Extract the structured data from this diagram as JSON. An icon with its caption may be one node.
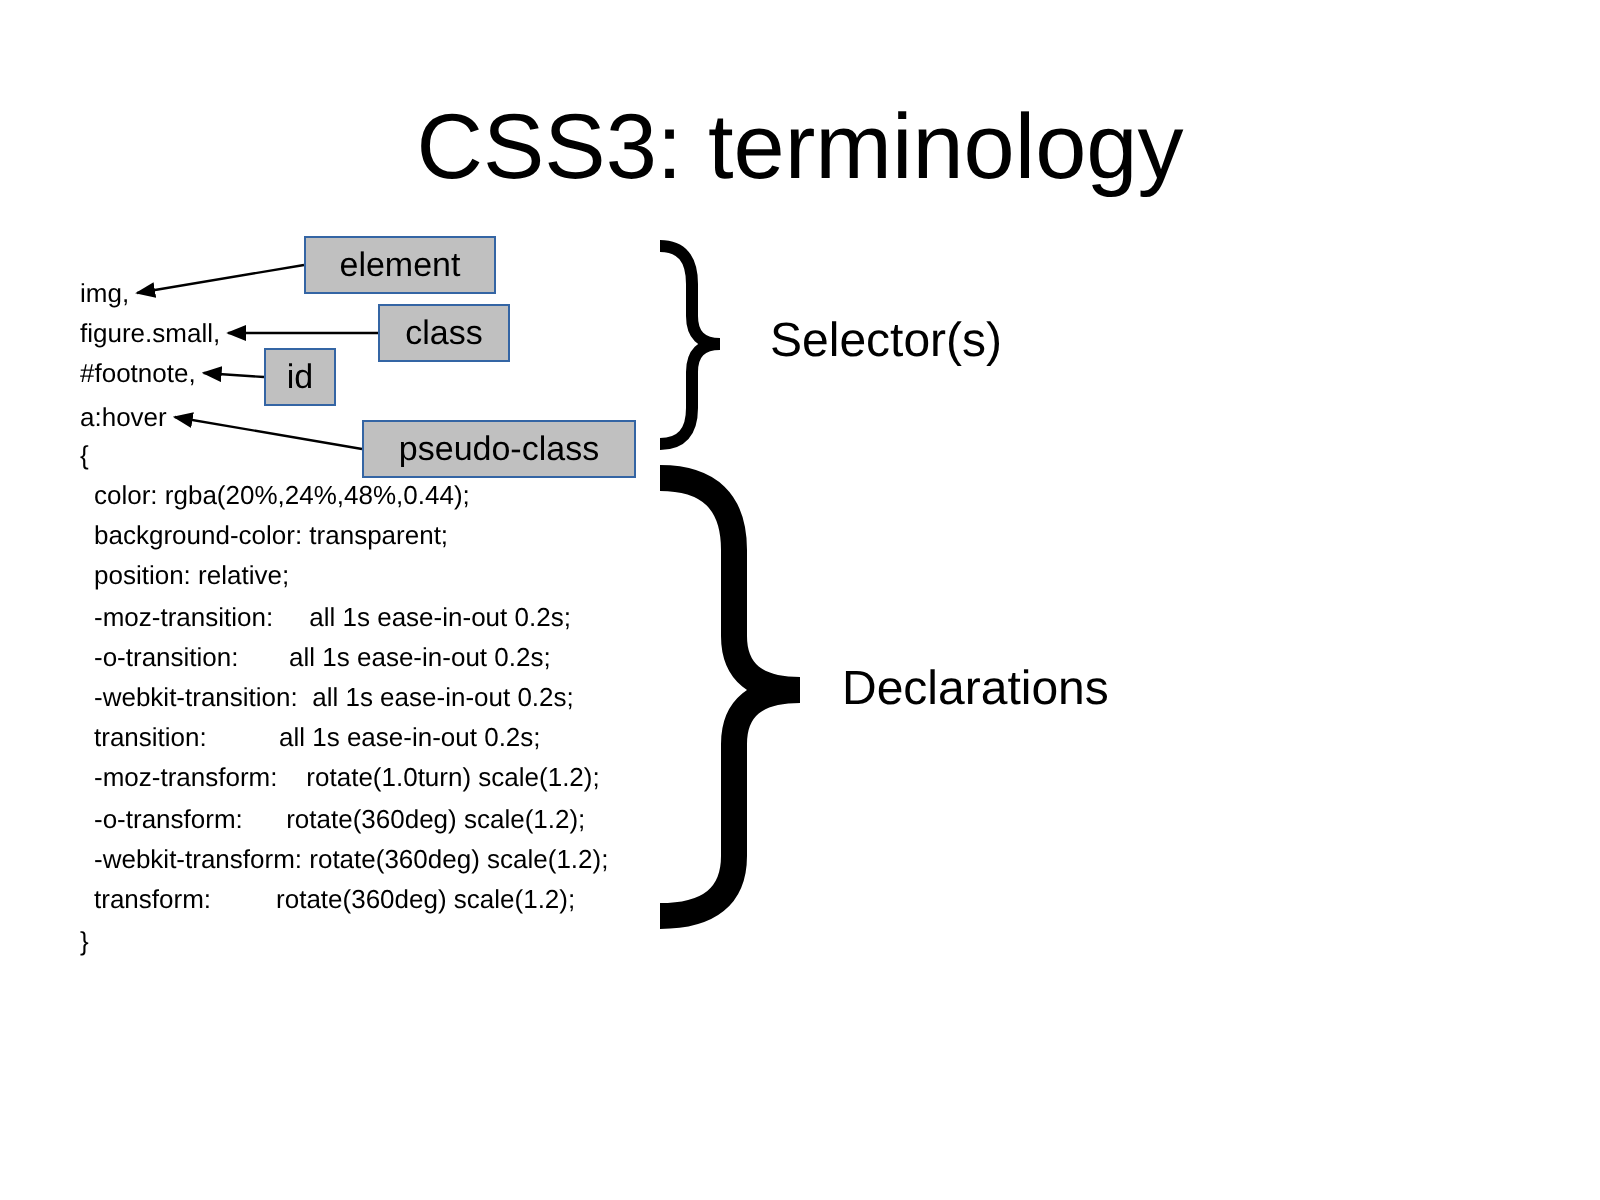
{
  "diagram": {
    "title": "CSS3: terminology",
    "nodes": [
      {
        "text": [
          "element"
        ]
      },
      {
        "text": [
          "img,"
        ]
      },
      {
        "text": [
          "class"
        ]
      },
      {
        "text": [
          "figure.small,"
        ]
      },
      {
        "text": [
          "id"
        ]
      },
      {
        "text": [
          "#footnote,"
        ]
      },
      {
        "text": [
          "a:hover"
        ]
      },
      {
        "text": [
          "pseudo-class"
        ]
      }
    ],
    "edges": [
      {
        "from": 0,
        "to": 1,
        "arrow": "to"
      },
      {
        "from": 2,
        "to": 3,
        "arrow": "to"
      },
      {
        "from": 4,
        "to": 5,
        "arrow": "to"
      },
      {
        "from": 7,
        "to": 6,
        "arrow": "to"
      }
    ],
    "labels": [
      "{",
      "color: rgba(20%,24%,48%,0.44);",
      "background-color: transparent;",
      "position: relative;",
      "-moz-transition:     all 1s ease-in-out 0.2s;",
      "-o-transition:       all 1s ease-in-out 0.2s;",
      "-webkit-transition:  all 1s ease-in-out 0.2s;",
      "transition:          all 1s ease-in-out 0.2s;",
      "-moz-transform:    rotate(1.0turn) scale(1.2);",
      "-o-transform:      rotate(360deg) scale(1.2);",
      "-webkit-transform: rotate(360deg) scale(1.2);",
      "transform:         rotate(360deg) scale(1.2);",
      "}",
      "Selector(s)",
      "Declarations"
    ]
  }
}
